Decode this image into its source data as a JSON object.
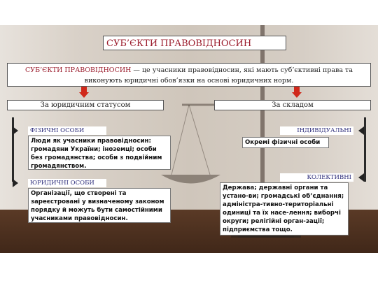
{
  "title": "СУБ’ЄКТИ ПРАВОВІДНОСИН",
  "definition": {
    "term": "СУБ’ЄКТИ ПРАВОВІДНОСИН",
    "text": " — це учасники правовідносин, які мають суб’єктивні права та виконують юридичні обов’язки на основі юридичних норм."
  },
  "categories": {
    "left": "За юридичним статусом",
    "right": "За складом"
  },
  "left": {
    "individuals": {
      "header": "ФІЗИЧНІ ОСОБИ",
      "text": "Люди як учасники правовідносин: громадяни України; іноземці; особи без громадянства; особи з подвійним громадянством."
    },
    "legal": {
      "header": "ЮРИДИЧНІ ОСОБИ",
      "text": "Організації, що створені та зареєстровані у визначеному законом порядку й можуть бути самостійними учасниками правовідносин."
    }
  },
  "right": {
    "individual": {
      "header": "ІНДИВІДУАЛЬНІ",
      "text": "Окремі фізичні особи"
    },
    "collective": {
      "header": "КОЛЕКТИВНІ",
      "text": "Держава; державні органи та устано-ви; громадські об’єднання; адміністра-тивно-територіальні одиниці та їх насе-лення; виборчі округи; релігійні орган-зації; підприємства тощо."
    }
  },
  "colors": {
    "title_red": "#9b1c2c",
    "arrow_red": "#d0281a",
    "header_blue": "#2b2b7a"
  }
}
